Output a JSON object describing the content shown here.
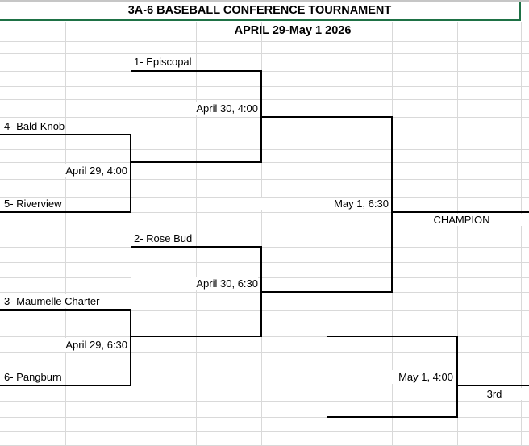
{
  "header": {
    "title": "3A-6 BASEBALL CONFERENCE TOURNAMENT",
    "dates": "APRIL 29-May 1 2026"
  },
  "bracket": {
    "teams": {
      "seed1": "1- Episcopal",
      "seed2": "2- Rose Bud",
      "seed3": "3- Maumelle Charter",
      "seed4": "4- Bald Knob",
      "seed5": "5- Riverview",
      "seed6": "6- Pangburn"
    },
    "games": {
      "round1_game1": "April 29, 4:00",
      "round1_game2": "April 29, 6:30",
      "semifinal1": "April 30, 4:00",
      "semifinal2": "April 30, 6:30",
      "final": "May 1, 6:30",
      "third_place": "May 1, 4:00"
    },
    "labels": {
      "champion": "CHAMPION",
      "third": "3rd"
    }
  },
  "colors": {
    "header_green": "#1e7145",
    "bracket_line": "#000000",
    "grid_gray": "#d9d9d9"
  }
}
